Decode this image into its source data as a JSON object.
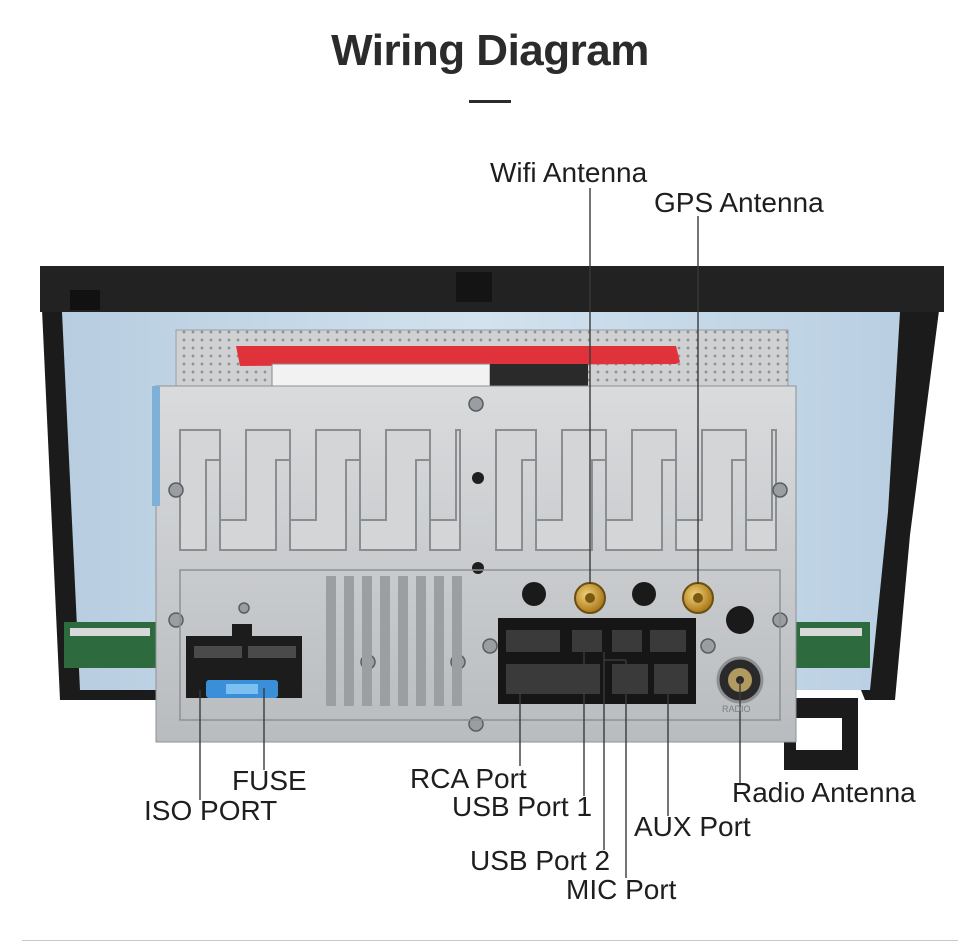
{
  "title": "Wiring Diagram",
  "labels": {
    "wifi_antenna": "Wifi Antenna",
    "gps_antenna": "GPS Antenna",
    "fuse": "FUSE",
    "iso_port": "ISO PORT",
    "rca_port": "RCA Port",
    "usb_port_1": "USB Port 1",
    "usb_port_2": "USB Port 2",
    "mic_port": "MIC Port",
    "aux_port": "AUX Port",
    "radio_antenna": "Radio Antenna"
  },
  "device_marks": {
    "radio_mark": "RADIO"
  },
  "colors": {
    "frame": "#1b1b1b",
    "panel_blue": "#c9dbe9",
    "chassis": "#c7c9cb",
    "fuse_blue": "#3b8fd8",
    "antenna_gold": "#c89a2b",
    "sticker_red": "#e0323a",
    "pcb_green": "#2d6b3f"
  }
}
